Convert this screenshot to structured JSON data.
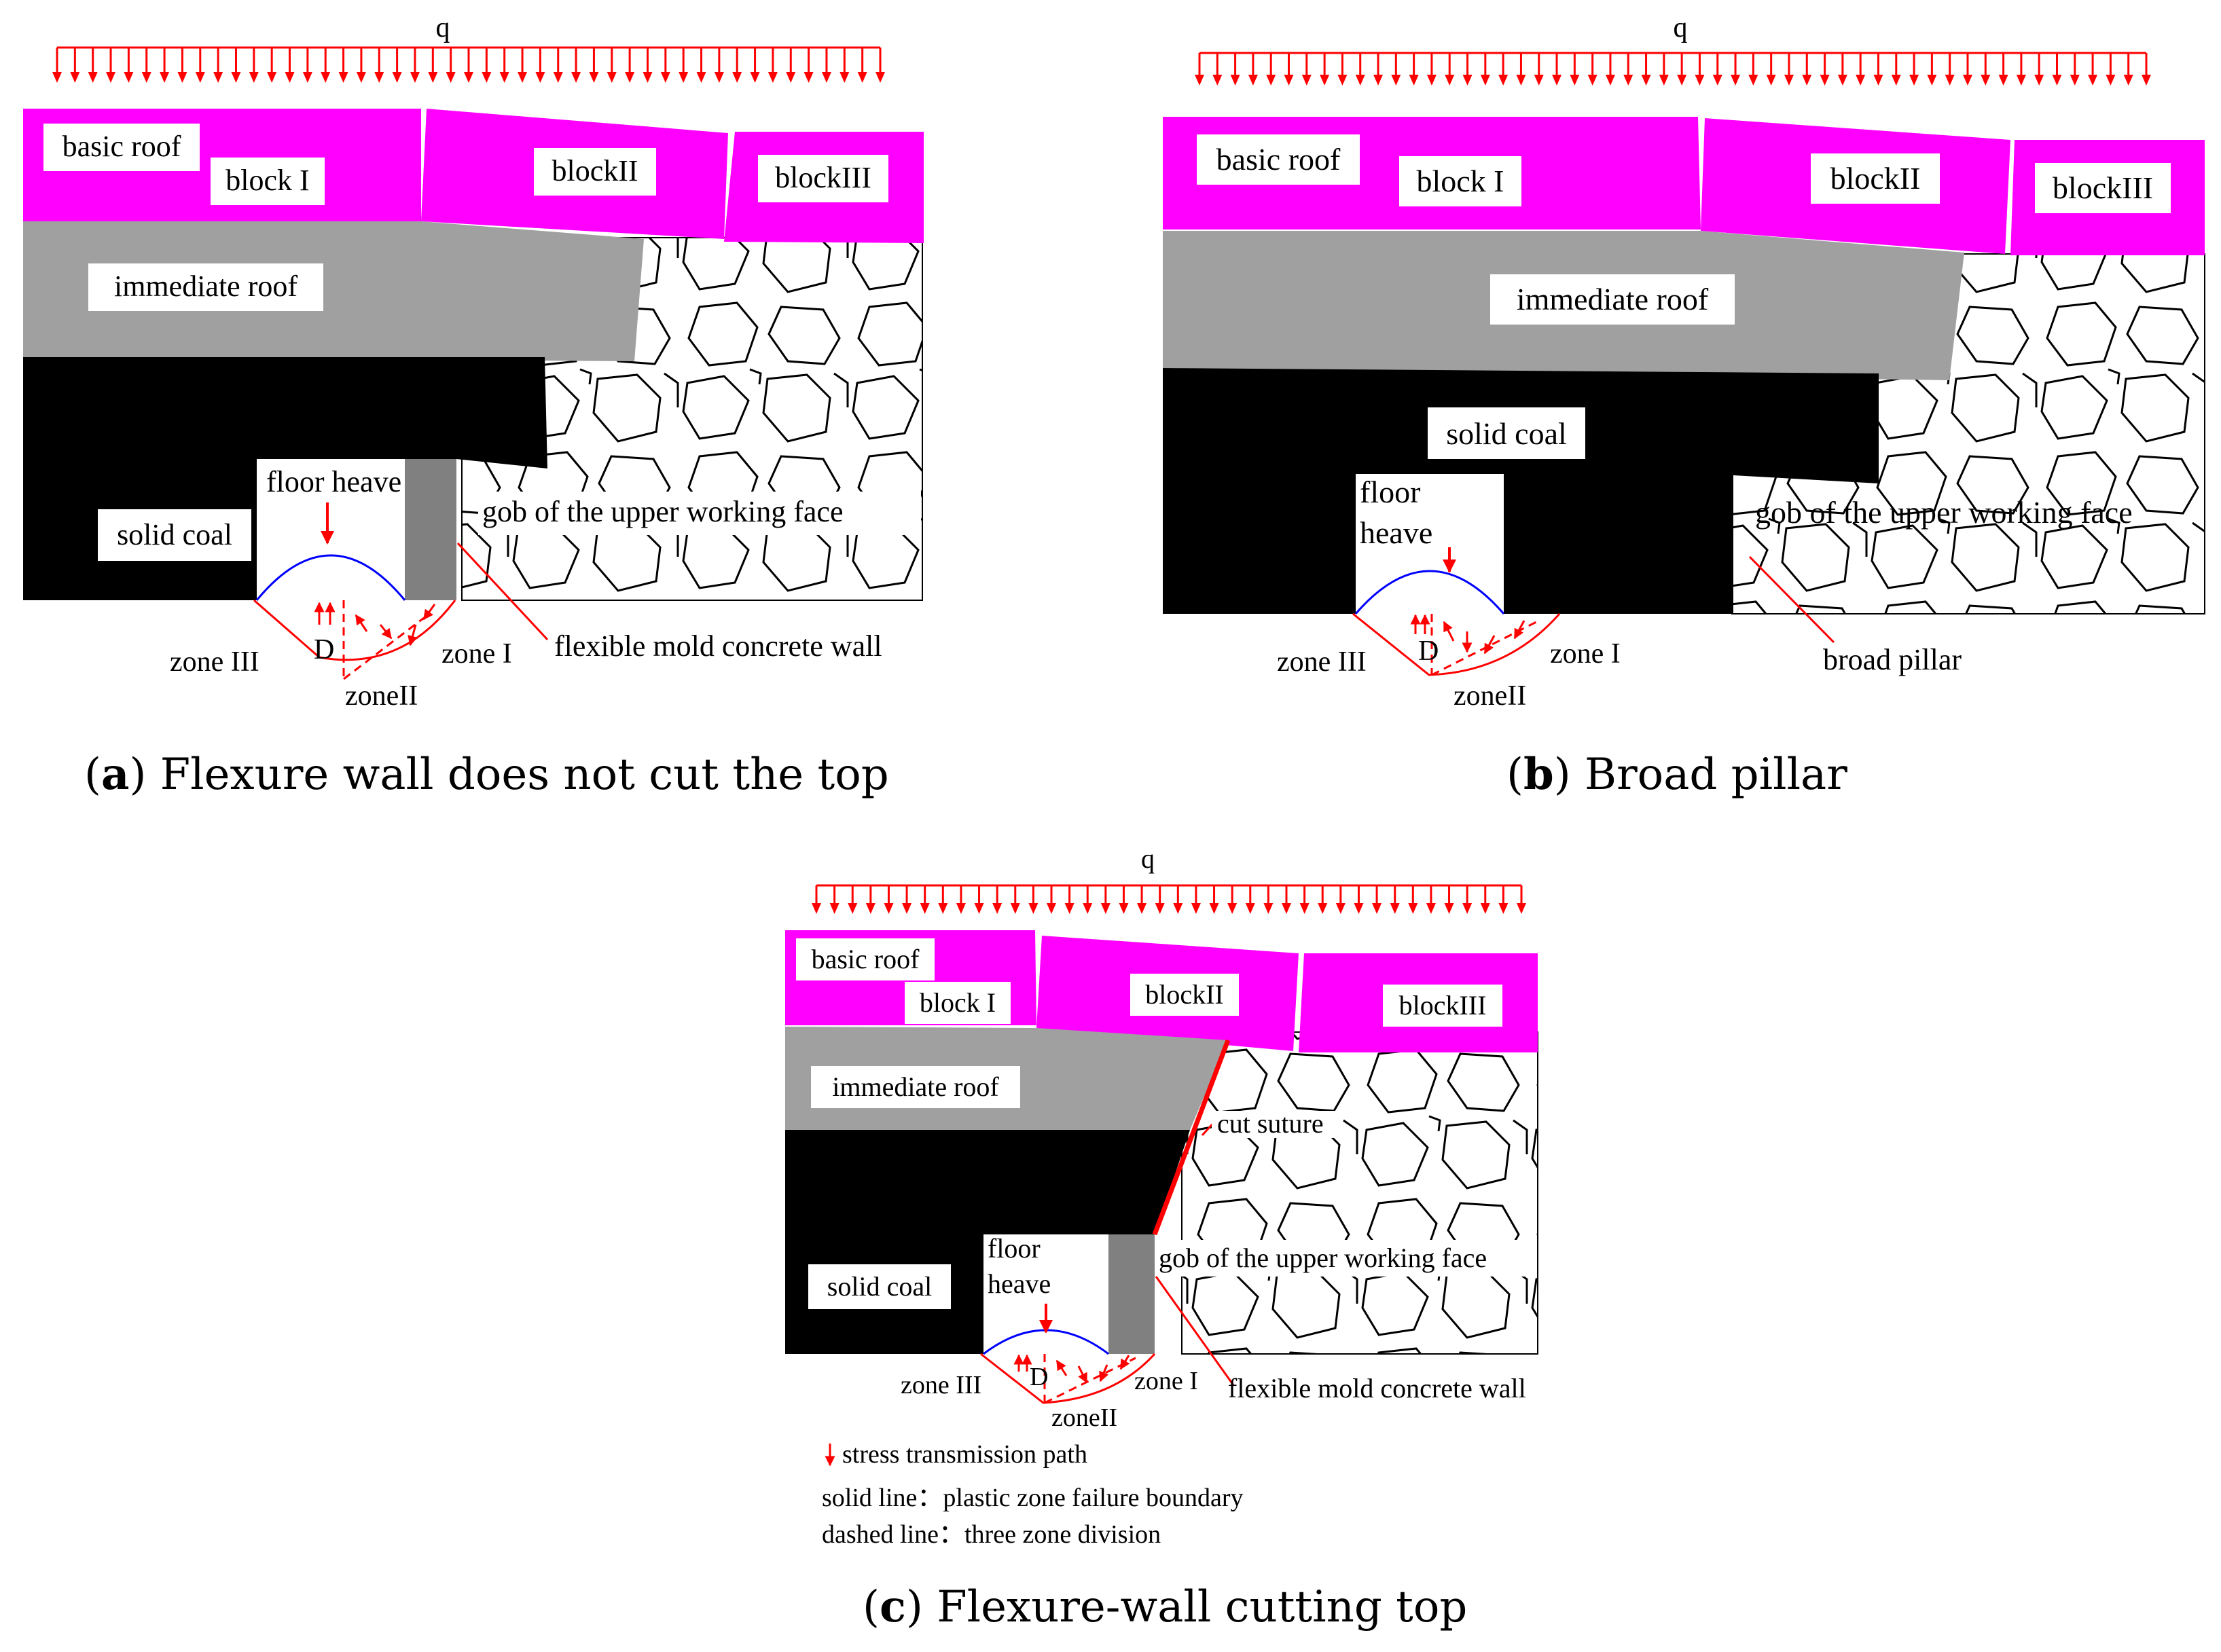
{
  "panels": {
    "a": {
      "load": "q",
      "basic_roof": "basic roof",
      "block1": "block I",
      "block2": "blockII",
      "block3": "blockIII",
      "immediate_roof": "immediate roof",
      "solid_coal": "solid coal",
      "floor_heave": "floor heave",
      "gob": "gob of the upper working face",
      "support": "flexible mold concrete wall",
      "zone1": "zone I",
      "zone2": "zoneII",
      "zone3": "zone III",
      "d": "D",
      "caption_letter": "a",
      "caption_text": "Flexure wall does not cut the top"
    },
    "b": {
      "load": "q",
      "basic_roof": "basic roof",
      "block1": "block I",
      "block2": "blockII",
      "block3": "blockIII",
      "immediate_roof": "immediate roof",
      "solid_coal": "solid coal",
      "floor_heave_1": "floor",
      "floor_heave_2": "heave",
      "gob": "gob of the upper working face",
      "support": "broad pillar",
      "zone1": "zone I",
      "zone2": "zoneII",
      "zone3": "zone III",
      "d": "D",
      "caption_letter": "b",
      "caption_text": "Broad pillar"
    },
    "c": {
      "load": "q",
      "basic_roof": "basic roof",
      "block1": "block I",
      "block2": "blockII",
      "block3": "blockIII",
      "immediate_roof": "immediate roof",
      "solid_coal": "solid coal",
      "floor_heave_1": "floor",
      "floor_heave_2": "heave",
      "gob": "gob of the upper working face",
      "cut": "cut suture",
      "support": "flexible mold concrete wall",
      "zone1": "zone I",
      "zone2": "zoneII",
      "zone3": "zone III",
      "d": "D",
      "caption_letter": "c",
      "caption_text": "Flexure-wall cutting top"
    }
  },
  "legend": {
    "arrow_text": "stress transmission path",
    "solid_text": "solid line：plastic zone failure boundary",
    "dashed_text": "dashed line：three zone division"
  },
  "colors": {
    "roof_block": "#ff00ff",
    "immediate_roof": "#a0a0a0",
    "coal": "#000000",
    "wall": "#808080",
    "load_arrow": "#ff0000",
    "heave_arc": "#0000ff",
    "zone_lines": "#ff0000"
  }
}
